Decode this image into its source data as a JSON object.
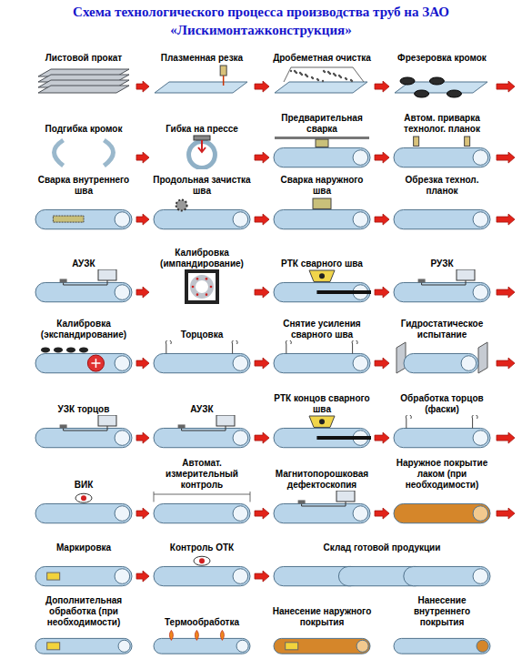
{
  "diagram": {
    "title": "Схема технологического процесса производства труб на ЗАО «Лискимонтажконструкция»",
    "nodes": [
      {
        "text": [
          "Листовой прокат"
        ]
      },
      {
        "text": [
          "Плазменная резка"
        ]
      },
      {
        "text": [
          "Дробеметная очистка"
        ]
      },
      {
        "text": [
          "Фрезеровка кромок"
        ]
      },
      {
        "text": [
          "Подгибка кромок"
        ]
      },
      {
        "text": [
          "Гибка на прессе"
        ]
      },
      {
        "text": [
          "Предварительная сварка"
        ]
      },
      {
        "text": [
          "Автом. приварка технолог. планок"
        ]
      },
      {
        "text": [
          "Сварка внутреннего шва"
        ]
      },
      {
        "text": [
          "Продольная зачистка шва"
        ]
      },
      {
        "text": [
          "Сварка наружного шва"
        ]
      },
      {
        "text": [
          "Обрезка технол. планок"
        ]
      },
      {
        "text": [
          "АУЗК"
        ]
      },
      {
        "text": [
          "Калибровка (импандирование)"
        ]
      },
      {
        "text": [
          "РТК сварного шва"
        ]
      },
      {
        "text": [
          "РУЗК"
        ]
      },
      {
        "text": [
          "Калибровка (экспандирование)"
        ]
      },
      {
        "text": [
          "Торцовка"
        ]
      },
      {
        "text": [
          "Снятие усиления сварного шва"
        ]
      },
      {
        "text": [
          "Гидростатическое испытание"
        ]
      },
      {
        "text": [
          "УЗК торцов"
        ]
      },
      {
        "text": [
          "АУЗК"
        ]
      },
      {
        "text": [
          "РТК концов сварного шва"
        ]
      },
      {
        "text": [
          "Обработка торцов (фаски)"
        ]
      },
      {
        "text": [
          "ВИК"
        ]
      },
      {
        "text": [
          "Автомат. измерительный контроль"
        ]
      },
      {
        "text": [
          "Магнитопорошковая дефектоскопия"
        ]
      },
      {
        "text": [
          "Наружное покрытие лаком (при необходимости)"
        ]
      },
      {
        "text": [
          "Маркировка"
        ]
      },
      {
        "text": [
          "Контроль ОТК"
        ]
      },
      {
        "text": [
          "Склад готовой продукции"
        ]
      },
      {
        "text": [
          "Дополнительная обработка (при необходимости)"
        ]
      },
      {
        "text": [
          "Термообработка"
        ]
      },
      {
        "text": [
          "Нанесение наружного покрытия"
        ]
      },
      {
        "text": [
          "Нанесение внутреннего покрытия"
        ]
      }
    ],
    "edges": [
      {
        "from": 0,
        "to": 1,
        "arrow": "to"
      },
      {
        "from": 1,
        "to": 2,
        "arrow": "to"
      },
      {
        "from": 2,
        "to": 3,
        "arrow": "to"
      },
      {
        "from": 4,
        "to": 5,
        "arrow": "to"
      },
      {
        "from": 5,
        "to": 6,
        "arrow": "to"
      },
      {
        "from": 6,
        "to": 7,
        "arrow": "to"
      },
      {
        "from": 8,
        "to": 9,
        "arrow": "to"
      },
      {
        "from": 9,
        "to": 10,
        "arrow": "to"
      },
      {
        "from": 10,
        "to": 11,
        "arrow": "to"
      },
      {
        "from": 12,
        "to": 13,
        "arrow": "to"
      },
      {
        "from": 13,
        "to": 14,
        "arrow": "to"
      },
      {
        "from": 14,
        "to": 15,
        "arrow": "to"
      },
      {
        "from": 16,
        "to": 17,
        "arrow": "to"
      },
      {
        "from": 17,
        "to": 18,
        "arrow": "to"
      },
      {
        "from": 18,
        "to": 19,
        "arrow": "to"
      },
      {
        "from": 20,
        "to": 21,
        "arrow": "to"
      },
      {
        "from": 21,
        "to": 22,
        "arrow": "to"
      },
      {
        "from": 22,
        "to": 23,
        "arrow": "to"
      },
      {
        "from": 24,
        "to": 25,
        "arrow": "to"
      },
      {
        "from": 25,
        "to": 26,
        "arrow": "to"
      },
      {
        "from": 26,
        "to": 27,
        "arrow": "to"
      },
      {
        "from": 28,
        "to": 29,
        "arrow": "to"
      },
      {
        "from": 29,
        "to": 30,
        "arrow": "to"
      }
    ]
  }
}
